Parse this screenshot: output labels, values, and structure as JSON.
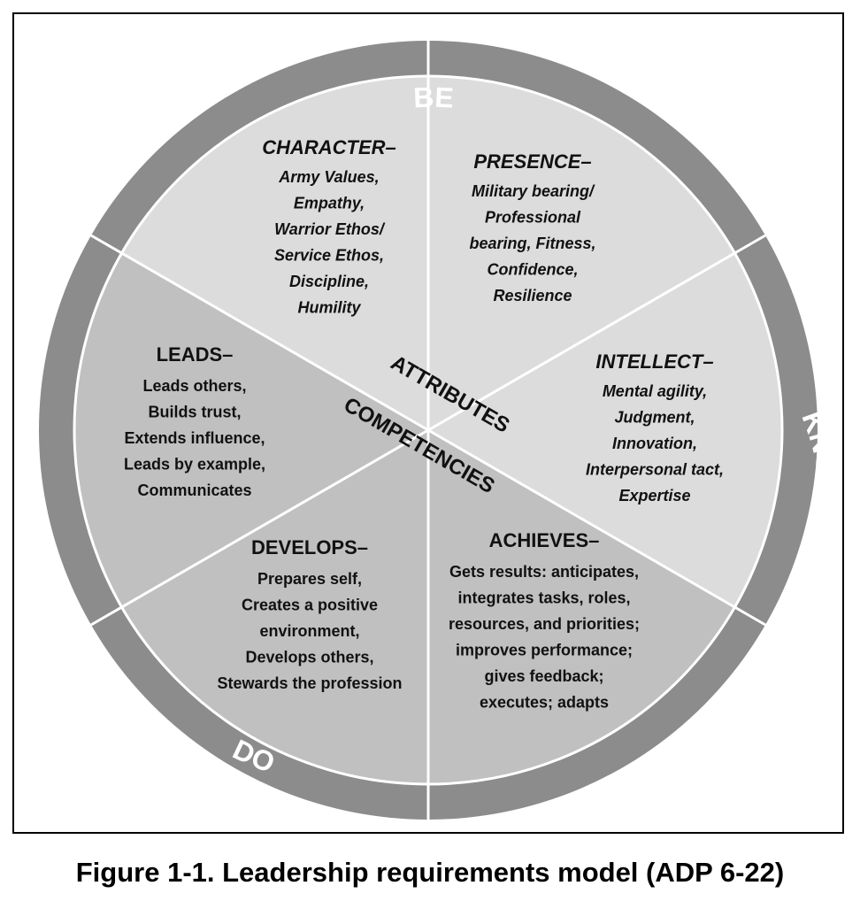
{
  "ring": {
    "be": "BE",
    "know": "KNOW",
    "do": "DO"
  },
  "center": {
    "attributes": "ATTRIBUTES",
    "competencies": "COMPETENCIES"
  },
  "segments": {
    "character": {
      "title": "CHARACTER–",
      "lines": [
        "Army Values,",
        "Empathy,",
        "Warrior Ethos/",
        "Service Ethos,",
        "Discipline,",
        "Humility"
      ]
    },
    "presence": {
      "title": "PRESENCE–",
      "lines": [
        "Military bearing/",
        "Professional",
        "bearing, Fitness,",
        "Confidence,",
        "Resilience"
      ]
    },
    "intellect": {
      "title": "INTELLECT–",
      "lines": [
        "Mental agility,",
        "Judgment,",
        "Innovation,",
        "Interpersonal tact,",
        "Expertise"
      ]
    },
    "leads": {
      "title": "LEADS–",
      "lines": [
        "Leads others,",
        "Builds trust,",
        "Extends influence,",
        "Leads by example,",
        "Communicates"
      ]
    },
    "develops": {
      "title": "DEVELOPS–",
      "lines": [
        "Prepares self,",
        "Creates a positive",
        "environment,",
        "Develops others,",
        "Stewards the profession"
      ]
    },
    "achieves": {
      "title": "ACHIEVES–",
      "lines": [
        "Gets results: anticipates,",
        "integrates tasks, roles,",
        "resources, and priorities;",
        "improves performance;",
        "gives feedback;",
        "executes; adapts"
      ]
    }
  },
  "caption": "Figure 1-1. Leadership requirements model (ADP 6-22)",
  "colors": {
    "ring": "#8c8c8c",
    "attributes_fill": "#dcdcdc",
    "competencies_fill": "#c0c0c0",
    "divider": "#ffffff"
  }
}
